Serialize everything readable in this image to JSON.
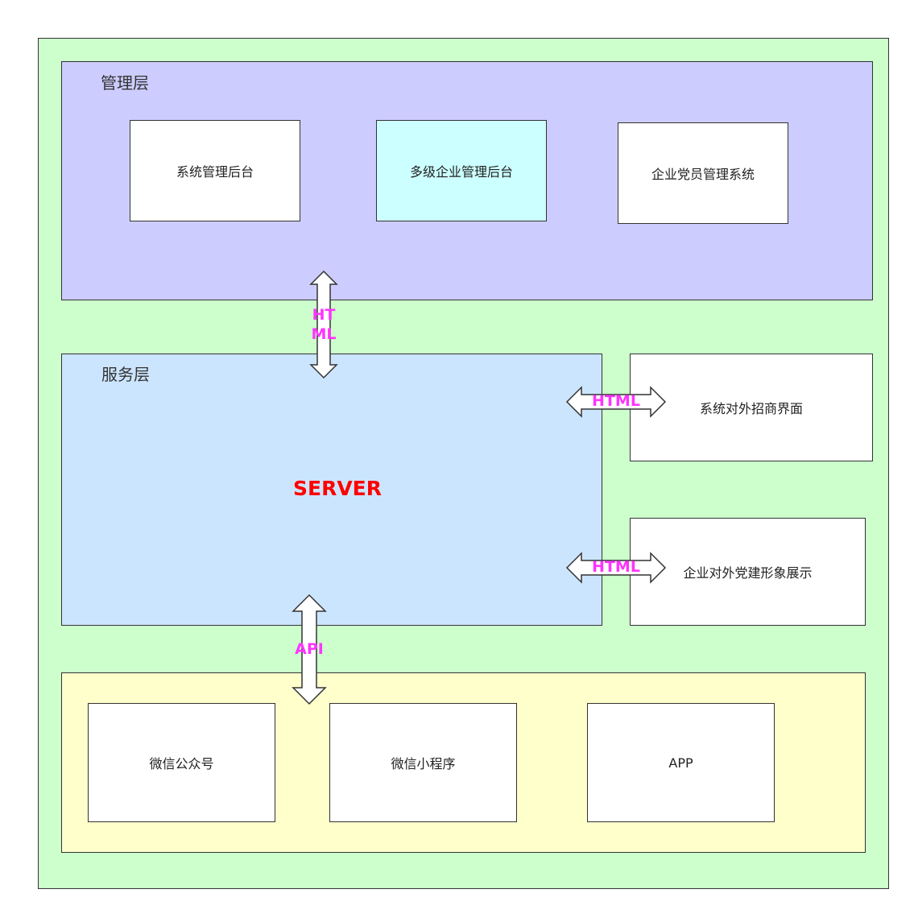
{
  "colors": {
    "outer_bg": "#ccffcc",
    "management_bg": "#ccccff",
    "service_bg": "#cce5ff",
    "client_bg": "#ffffcc",
    "box_bg": "#ffffff",
    "highlight_box_bg": "#ccffff",
    "server_text": "#ff0000",
    "connector_text": "#ff33ff",
    "arrow_fill": "#ffffff",
    "border": "#333333"
  },
  "management_layer": {
    "title": "管理层",
    "boxes": [
      {
        "label": "系统管理后台"
      },
      {
        "label": "多级企业管理后台"
      },
      {
        "label": "企业党员管理系统"
      }
    ]
  },
  "service_layer": {
    "title": "服务层",
    "server_label": "SERVER"
  },
  "external_boxes": [
    {
      "label": "系统对外招商界面"
    },
    {
      "label": "企业对外党建形象展示"
    }
  ],
  "client_layer": {
    "boxes": [
      {
        "label": "微信公众号"
      },
      {
        "label": "微信小程序"
      },
      {
        "label": "APP"
      }
    ]
  },
  "connectors": {
    "mgmt_service": {
      "line1": "HT",
      "line2": "ML"
    },
    "service_external_top": "HTML",
    "service_external_bottom": "HTML",
    "service_client": "API"
  }
}
